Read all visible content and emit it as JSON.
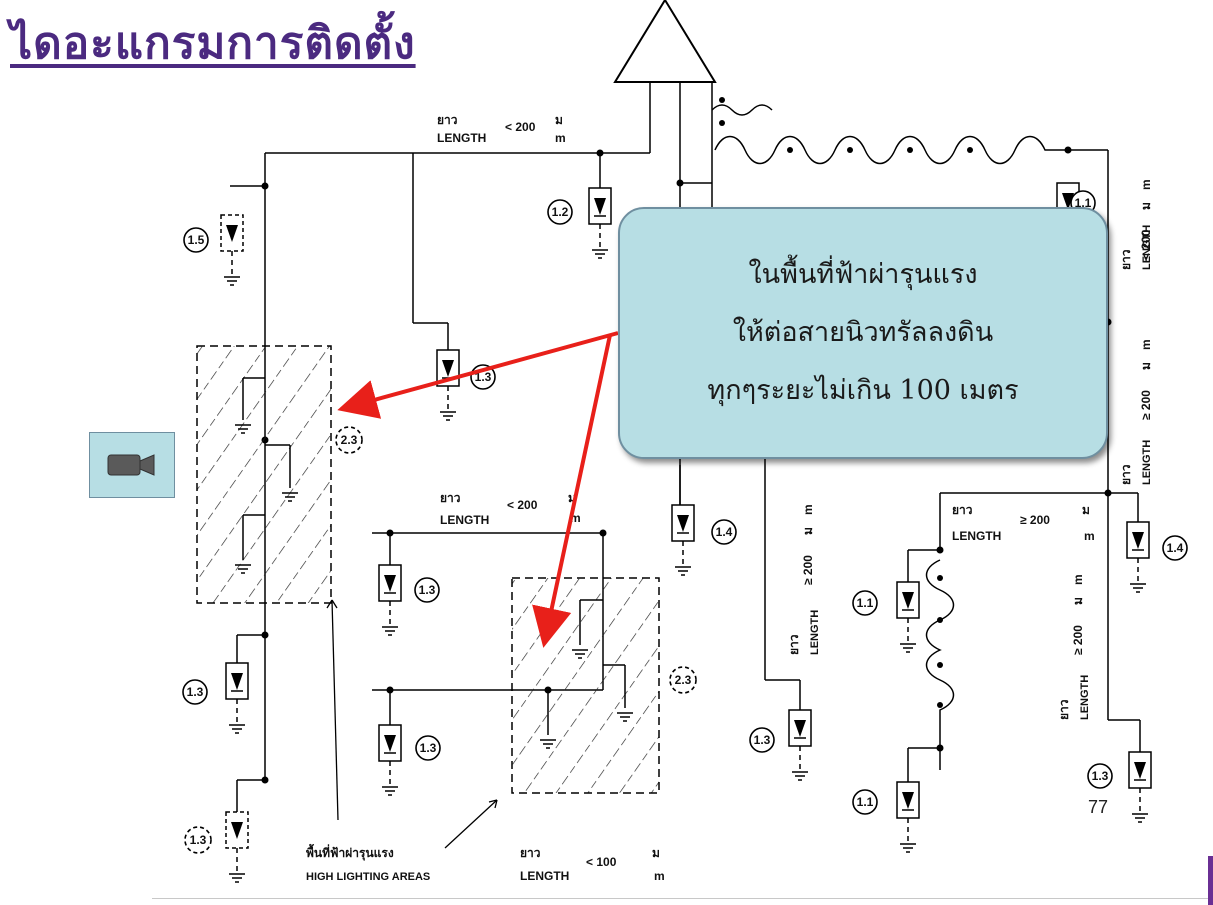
{
  "slide": {
    "title": "ไดอะแกรมการติดตั้ง",
    "callout_lines": [
      "ในพื้นที่ฟ้าผ่ารุนแรง",
      "ให้ต่อสายนิวทรัลลงดิน",
      "ทุกๆระยะไม่เกิน 100 เมตร"
    ],
    "page_number": "77",
    "accent_color": "#4b2a80",
    "callout_color": "#b7dee4",
    "arrow_color": "#e8201a",
    "camera_icon": "video-camera-icon"
  },
  "diagram": {
    "length_lt_200": {
      "th": "ยาว",
      "en": "LENGTH",
      "op": "< 200",
      "unit_th": "ม",
      "unit_en": "m"
    },
    "length_ge_200": {
      "th": "ยาว",
      "en": "LENGTH",
      "op": "≥ 200",
      "unit_th": "ม",
      "unit_en": "m"
    },
    "length_lt_100": {
      "th": "ยาว",
      "en": "LENGTH",
      "op": "< 100",
      "unit_th": "ม",
      "unit_en": "m"
    },
    "high_area_th": "พื้นที่ฟ้าผ่ารุนแรง",
    "high_area_en": "HIGH LIGHTING AREAS",
    "codes": {
      "c11": "1.1",
      "c12": "1.2",
      "c13": "1.3",
      "c14": "1.4",
      "c15": "1.5",
      "c23": "2.3"
    }
  }
}
